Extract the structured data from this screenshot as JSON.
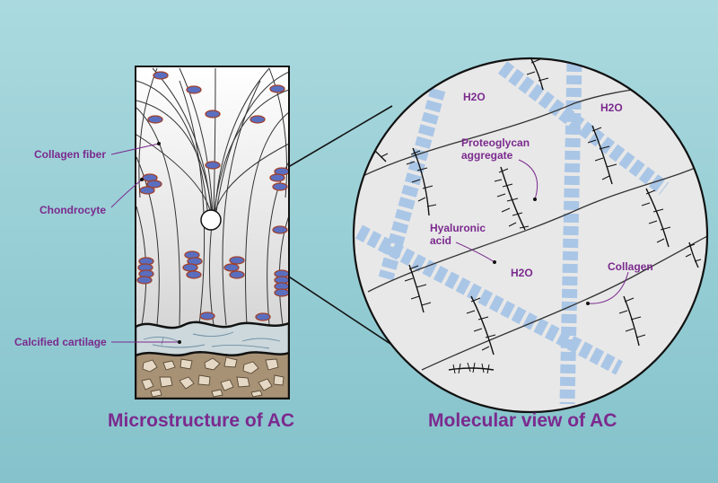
{
  "left_panel": {
    "caption": "Microstructure of AC",
    "labels": {
      "collagen_fiber": "Collagen fiber",
      "chondrocyte": "Chondrocyte",
      "calcified_cartilage": "Calcified cartilage"
    }
  },
  "right_panel": {
    "caption": "Molecular view of AC",
    "labels": {
      "h2o": "H2O",
      "proteoglycan_aggregate": "Proteoglycan aggregate",
      "hyaluronic_acid": "Hyaluronic acid",
      "collagen": "Collagen"
    }
  },
  "colors": {
    "background_top": "#a9d9de",
    "background_bottom": "#86c3cc",
    "label_purple": "#7b2a8e",
    "cell_blue": "#5a6ec0",
    "cell_outline": "#a0402a",
    "collagen_band": "#aac6e6",
    "bone": "#a89276",
    "bone_fragment": "#e5d9c5",
    "circle_fill": "#e8e8e8"
  }
}
